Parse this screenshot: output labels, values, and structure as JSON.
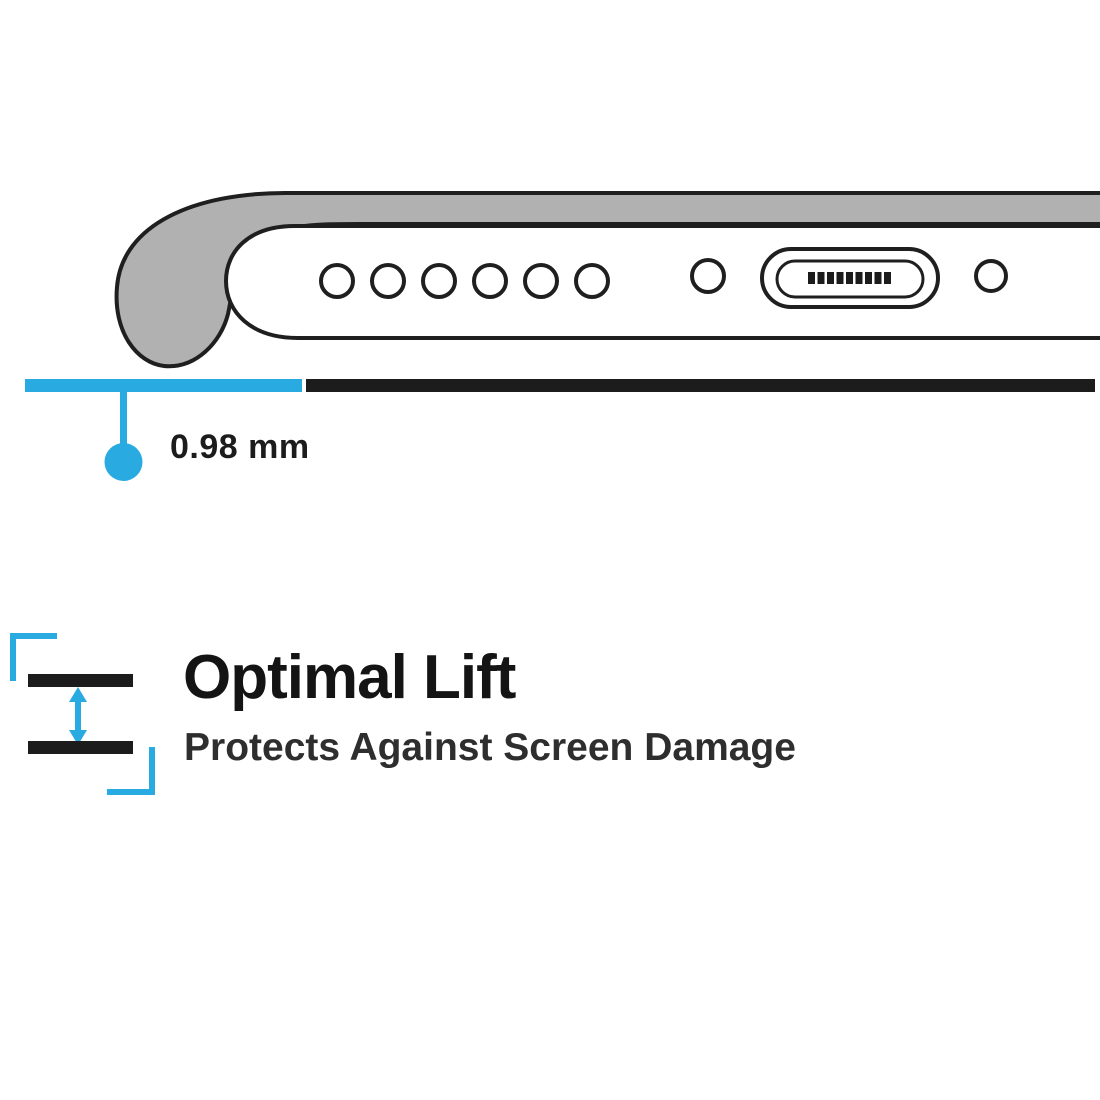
{
  "page": {
    "background": "#ffffff"
  },
  "colors": {
    "accent_cyan": "#29abe2",
    "ink_black": "#1c1c1c",
    "case_gray": "#b1b1b1",
    "subtitle_gray": "#2e2e2e"
  },
  "illustration": {
    "description": "side view of phone bottom edge seated in a protective case with raised lip",
    "speaker_hole_count": 6,
    "connector_pin_count": 9
  },
  "measurement": {
    "label": "0.98 mm"
  },
  "feature": {
    "title": "Optimal Lift",
    "subtitle": "Protects Against Screen Damage"
  }
}
